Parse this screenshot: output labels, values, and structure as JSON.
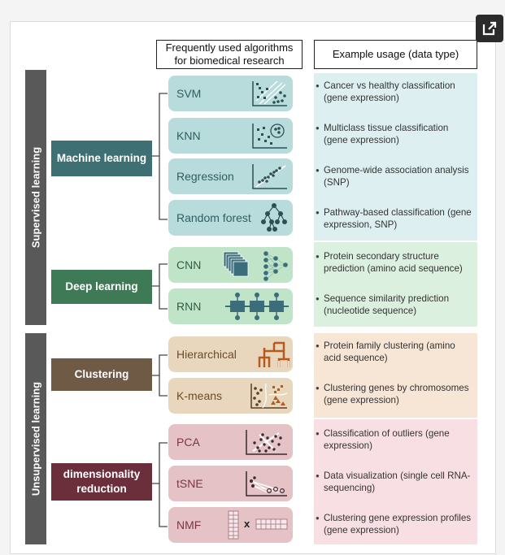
{
  "headers": {
    "algorithms": "Frequently used algorithms for biomedical research",
    "usage": "Example usage (data type)"
  },
  "sections": {
    "supervised": "Supervised learning",
    "unsupervised": "Unsupervised learning"
  },
  "categories": {
    "machine_learning": "Machine learning",
    "deep_learning": "Deep learning",
    "clustering": "Clustering",
    "dim_reduction": "dimensionality reduction"
  },
  "algorithms": {
    "svm": "SVM",
    "knn": "KNN",
    "regression": "Regression",
    "random_forest": "Random forest",
    "cnn": "CNN",
    "rnn": "RNN",
    "hierarchical": "Hierarchical",
    "kmeans": "K-means",
    "pca": "PCA",
    "tsne": "tSNE",
    "nmf": "NMF",
    "nmf_times": "x"
  },
  "usages": {
    "svm": "Cancer vs healthy classification (gene expression)",
    "knn": "Multiclass tissue classification (gene expression)",
    "regression": "Genome-wide association analysis (SNP)",
    "random_forest": "Pathway-based classification (gene expression, SNP)",
    "cnn": "Protein secondary structure prediction (amino acid sequence)",
    "rnn": "Sequence similarity prediction (nucleotide sequence)",
    "hierarchical": "Protein family clustering (amino acid sequence)",
    "kmeans": "Clustering genes by chromosomes (gene expression)",
    "pca": "Classification of outliers (gene expression)",
    "tsne": "Data visualization  (single cell RNA-sequencing)",
    "nmf": "Clustering gene expression profiles (gene expression)"
  },
  "colors": {
    "ml_teal": "#3e6f72",
    "dl_green": "#3f7a57",
    "clustering_brown": "#6e5a45",
    "dimred_maroon": "#6b2f3c",
    "ml_box": "#b7dcdb",
    "dl_box": "#bfe4c8",
    "cl_box": "#e8d7bd",
    "dr_box": "#e4c2c6",
    "ml_panel": "#ddeff1",
    "dl_panel": "#dcf0df",
    "cl_panel": "#f7e5d5",
    "dr_panel": "#f8dfe3"
  },
  "icons": {
    "external": "external-link-icon"
  }
}
